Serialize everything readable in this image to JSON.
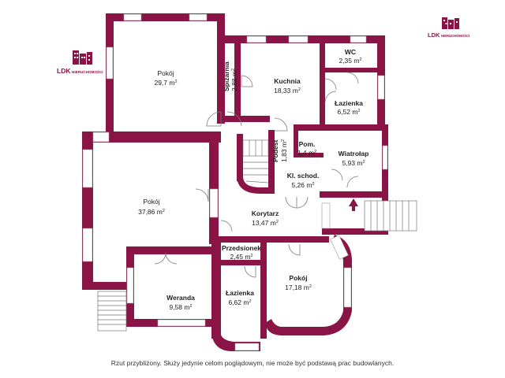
{
  "logo": {
    "brand": "LDK",
    "suffix": "NIERUCHOMOŚCI",
    "color": "#8a1445"
  },
  "rooms": [
    {
      "id": "pokoj-1",
      "name": "Pokój",
      "area": "29,7 m",
      "sup": "2"
    },
    {
      "id": "spizarnia",
      "name": "Spiżarnia",
      "area": "2,88 m",
      "sup": "2"
    },
    {
      "id": "kuchnia",
      "name": "Kuchnia",
      "area": "18,33 m",
      "sup": "2"
    },
    {
      "id": "wc",
      "name": "WC",
      "area": "2,35 m",
      "sup": "2"
    },
    {
      "id": "lazienka-1",
      "name": "Łazienka",
      "area": "6,52 m",
      "sup": "2"
    },
    {
      "id": "podest",
      "name": "Podest",
      "area": "1,83 m",
      "sup": "2"
    },
    {
      "id": "pom",
      "name": "Pom.",
      "area": "1,4 m",
      "sup": "2"
    },
    {
      "id": "wiatrolap",
      "name": "Wiatrołap",
      "area": "5,93 m",
      "sup": "2"
    },
    {
      "id": "kl-schod",
      "name": "Kl. schod.",
      "area": "5,26 m",
      "sup": "2"
    },
    {
      "id": "pokoj-2",
      "name": "Pokój",
      "area": "37,86 m",
      "sup": "2"
    },
    {
      "id": "korytarz",
      "name": "Korytarz",
      "area": "13,47 m",
      "sup": "2"
    },
    {
      "id": "przedsionek",
      "name": "Przedsionek",
      "area": "2,45 m",
      "sup": "2"
    },
    {
      "id": "pokoj-3",
      "name": "Pokój",
      "area": "17,18 m",
      "sup": "2"
    },
    {
      "id": "weranda",
      "name": "Weranda",
      "area": "9,58 m",
      "sup": "2"
    },
    {
      "id": "lazienka-2",
      "name": "Łazienka",
      "area": "6,62 m",
      "sup": "2"
    }
  ],
  "caption": "Rzut przybliżony. Służy jedynie celom poglądowym, nie może być podstawą prac budowlanych."
}
